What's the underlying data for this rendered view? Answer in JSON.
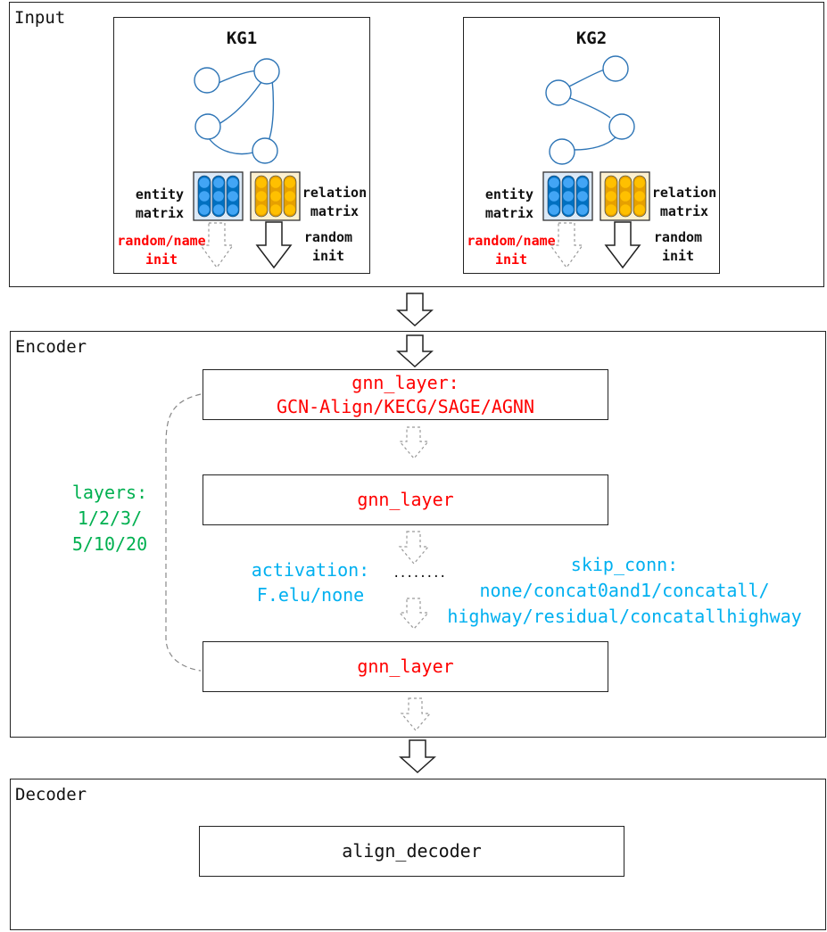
{
  "input": {
    "title": "Input",
    "kg1": {
      "title": "KG1",
      "entity_label": [
        "entity",
        "matrix"
      ],
      "relation_label": [
        "relation",
        "matrix"
      ],
      "entity_init": [
        "random/name",
        "init"
      ],
      "relation_init": [
        "random",
        "init"
      ]
    },
    "kg2": {
      "title": "KG2",
      "entity_label": [
        "entity",
        "matrix"
      ],
      "relation_label": [
        "relation",
        "matrix"
      ],
      "entity_init": [
        "random/name",
        "init"
      ],
      "relation_init": [
        "random",
        "init"
      ]
    }
  },
  "encoder": {
    "title": "Encoder",
    "first_layer": [
      "gnn_layer:",
      "GCN-Align/KECG/SAGE/AGNN"
    ],
    "middle_layer": "gnn_layer",
    "last_layer": "gnn_layer",
    "ellipsis": "........",
    "layers_note": [
      "layers:",
      "1/2/3/",
      "5/10/20"
    ],
    "activation_note": [
      "activation:",
      "F.elu/none"
    ],
    "skip_note": [
      "skip_conn:",
      "none/concat0and1/concatall/",
      "highway/residual/concatallhighway"
    ]
  },
  "decoder": {
    "title": "Decoder",
    "box": "align_decoder"
  },
  "colors": {
    "red": "#ff0000",
    "green": "#00b050",
    "cyan": "#00b0f0",
    "blue_matrix": "#0070c0",
    "orange_matrix": "#e6a000"
  }
}
